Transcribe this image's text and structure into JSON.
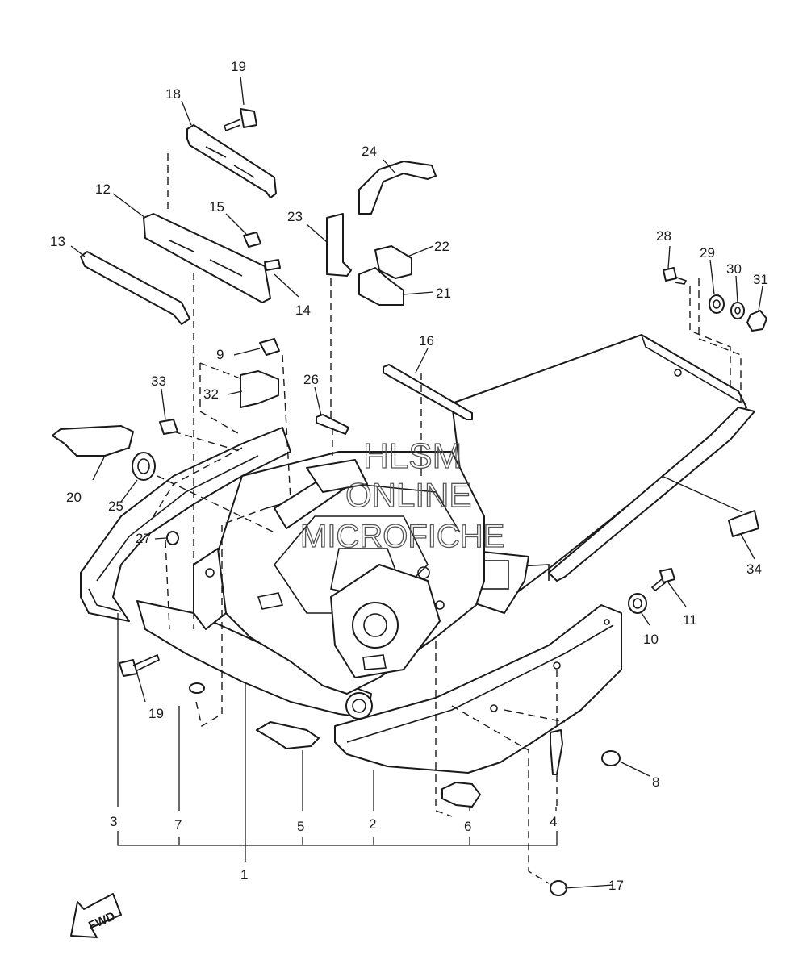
{
  "callouts": {
    "c1": "1",
    "c2": "2",
    "c3": "3",
    "c4": "4",
    "c5": "5",
    "c6": "6",
    "c7": "7",
    "c8": "8",
    "c9": "9",
    "c10": "10",
    "c11": "11",
    "c12": "12",
    "c13": "13",
    "c14": "14",
    "c15": "15",
    "c16": "16",
    "c17": "17",
    "c18": "18",
    "c19a": "19",
    "c19b": "19",
    "c20": "20",
    "c21": "21",
    "c22": "22",
    "c23": "23",
    "c24": "24",
    "c25": "25",
    "c26": "26",
    "c27": "27",
    "c28": "28",
    "c29": "29",
    "c30": "30",
    "c31": "31",
    "c32": "32",
    "c33": "33",
    "c34": "34"
  },
  "watermark": {
    "line1": "HLSM",
    "line2": "ONLINE",
    "line3": "MICROFICHE"
  },
  "direction": {
    "label": "FWD"
  }
}
